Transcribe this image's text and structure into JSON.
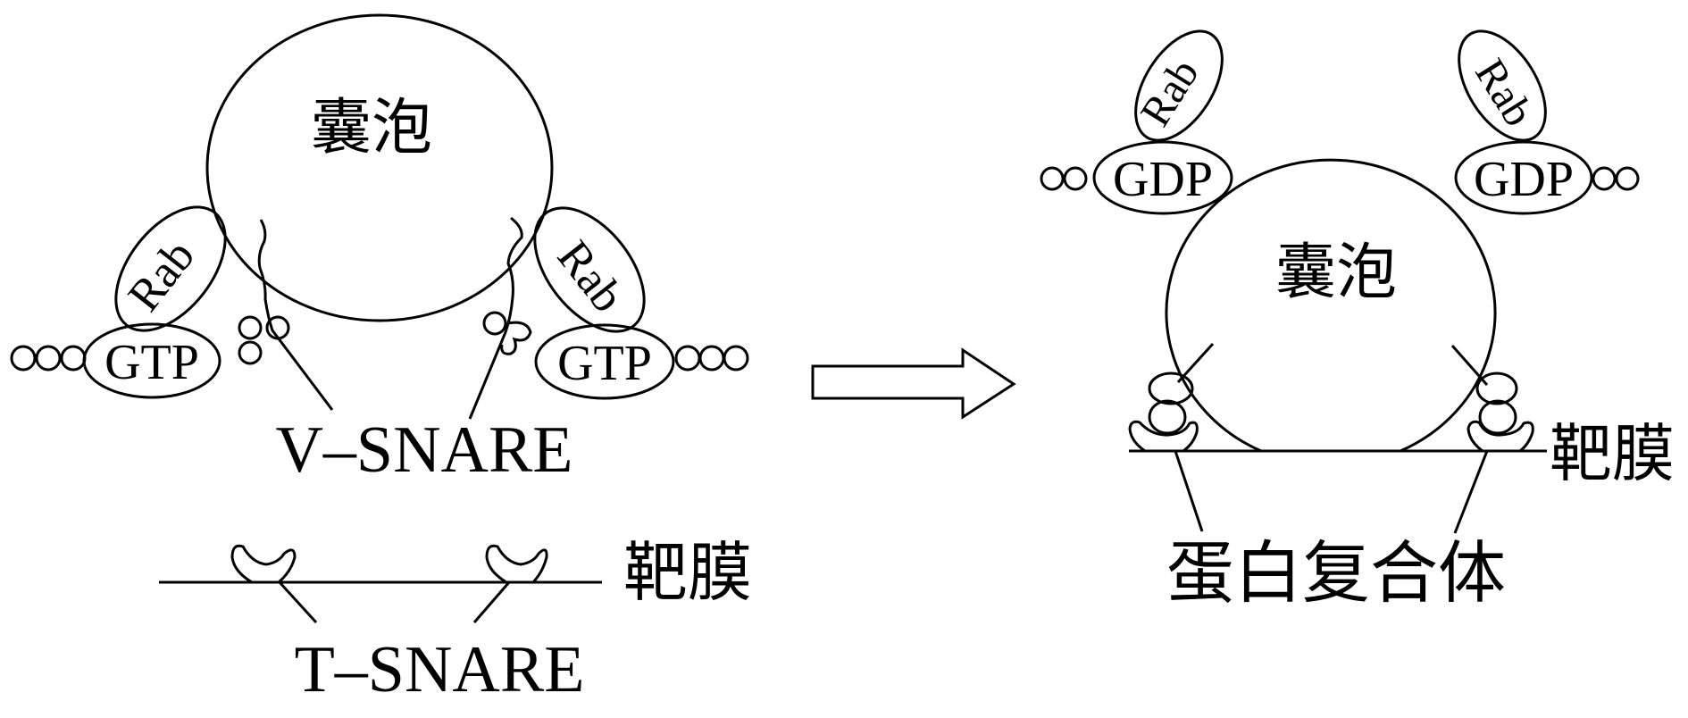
{
  "diagram": {
    "before": {
      "vesicle_label": "囊泡",
      "rab_left": "Rab",
      "rab_right": "Rab",
      "gtp_left": "GTP",
      "gtp_right": "GTP",
      "v_snare_label": "V–SNARE",
      "membrane_label": "靶膜",
      "t_snare_label": "T–SNARE"
    },
    "after": {
      "vesicle_label": "囊泡",
      "rab_left": "Rab",
      "rab_right": "Rab",
      "gdp_left": "GDP",
      "gdp_right": "GDP",
      "membrane_label": "靶膜",
      "complex_label": "蛋白复合体"
    },
    "arrow": "right-arrow-icon"
  }
}
